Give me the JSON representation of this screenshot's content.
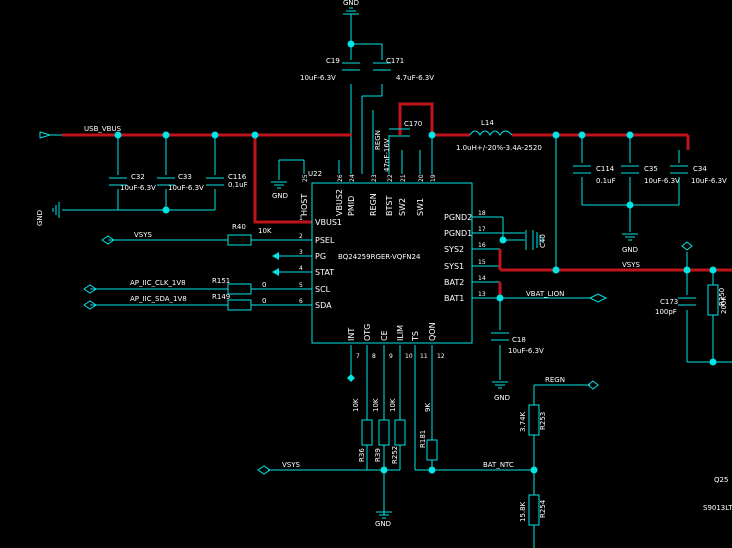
{
  "colors": {
    "background": "#000000",
    "wire": "#00e5e5",
    "power_trace": "#c0141c",
    "text": "#ffffff"
  },
  "ic": {
    "ref": "U22",
    "part": "BQ24259RGER-VQFN24",
    "left_pins": [
      {
        "num": "1",
        "name": "VBUS1"
      },
      {
        "num": "2",
        "name": "PSEL"
      },
      {
        "num": "3",
        "name": "PG"
      },
      {
        "num": "4",
        "name": "STAT"
      },
      {
        "num": "5",
        "name": "SCL"
      },
      {
        "num": "6",
        "name": "SDA"
      }
    ],
    "right_pins": [
      {
        "num": "18",
        "name": "PGND2"
      },
      {
        "num": "17",
        "name": "PGND1"
      },
      {
        "num": "16",
        "name": "SYS2"
      },
      {
        "num": "15",
        "name": "SYS1"
      },
      {
        "num": "14",
        "name": "BAT2"
      },
      {
        "num": "13",
        "name": "BAT1"
      }
    ],
    "top_pins": [
      {
        "num": "25",
        "name": "HOST"
      },
      {
        "num": "26",
        "name": "VBUS2"
      },
      {
        "num": "24",
        "name": "PMID"
      },
      {
        "num": "23",
        "name": "REGN"
      },
      {
        "num": "22",
        "name": "BTST"
      },
      {
        "num": "21",
        "name": "SW2"
      },
      {
        "num": "20",
        "name": "SW1"
      },
      {
        "num": "19",
        "name": ""
      }
    ],
    "bottom_pins": [
      {
        "num": "7",
        "name": "INT"
      },
      {
        "num": "8",
        "name": "OTG"
      },
      {
        "num": "9",
        "name": "CE"
      },
      {
        "num": "10",
        "name": "ILIM"
      },
      {
        "num": "11",
        "name": "TS"
      },
      {
        "num": "12",
        "name": "QON"
      }
    ]
  },
  "nets": {
    "gnd": "GND",
    "usb_vbus": "USB_VBUS",
    "vsys": "VSYS",
    "clk": "AP_IIC_CLK_1V8",
    "sda": "AP_IIC_SDA_1V8",
    "vbat": "VBAT_LION",
    "bat_ntc": "BAT_NTC",
    "regn": "REGN"
  },
  "components": {
    "c19": {
      "ref": "C19",
      "value": "10uF-6.3V"
    },
    "c171": {
      "ref": "C171",
      "value": "4.7uF-6.3V"
    },
    "c170": {
      "ref": "C170"
    },
    "c170_value": "47nF-16V",
    "c170_extra": "REGN",
    "l14": {
      "ref": "L14",
      "value": "1.0uH+/-20%-3.4A-2520"
    },
    "c32": {
      "ref": "C32",
      "value": "10uF-6.3V"
    },
    "c33": {
      "ref": "C33",
      "value": "10uF-6.3V"
    },
    "c116": {
      "ref": "C116",
      "value": "0.1uF"
    },
    "c114": {
      "ref": "C114",
      "value": "0.1uF"
    },
    "c35": {
      "ref": "C35",
      "value": "10uF-6.3V"
    },
    "c34": {
      "ref": "C34",
      "value": "10uF-6.3V"
    },
    "r40": {
      "ref": "R40",
      "value": "10K"
    },
    "r151": {
      "ref": "R151",
      "value": "0"
    },
    "r149": {
      "ref": "R149",
      "value": "0"
    },
    "c18": {
      "ref": "C18",
      "value": "10uF-6.3V"
    },
    "c173": {
      "ref": "C173",
      "value": "100pF"
    },
    "r250": {
      "ref": "R250",
      "value": "200K"
    },
    "c40": {
      "ref": "C40"
    },
    "r36": {
      "ref": "R36",
      "value": "10K"
    },
    "r39": {
      "ref": "R39",
      "value": "10K"
    },
    "r252": {
      "ref": "R252",
      "value": "10K"
    },
    "r181": {
      "ref": "R181",
      "value": "9K"
    },
    "r253": {
      "ref": "R253",
      "value": "3.74K"
    },
    "r254": {
      "ref": "R254",
      "value": "15.8K"
    },
    "q25": {
      "ref": "Q25",
      "value": "S9013LT"
    }
  }
}
